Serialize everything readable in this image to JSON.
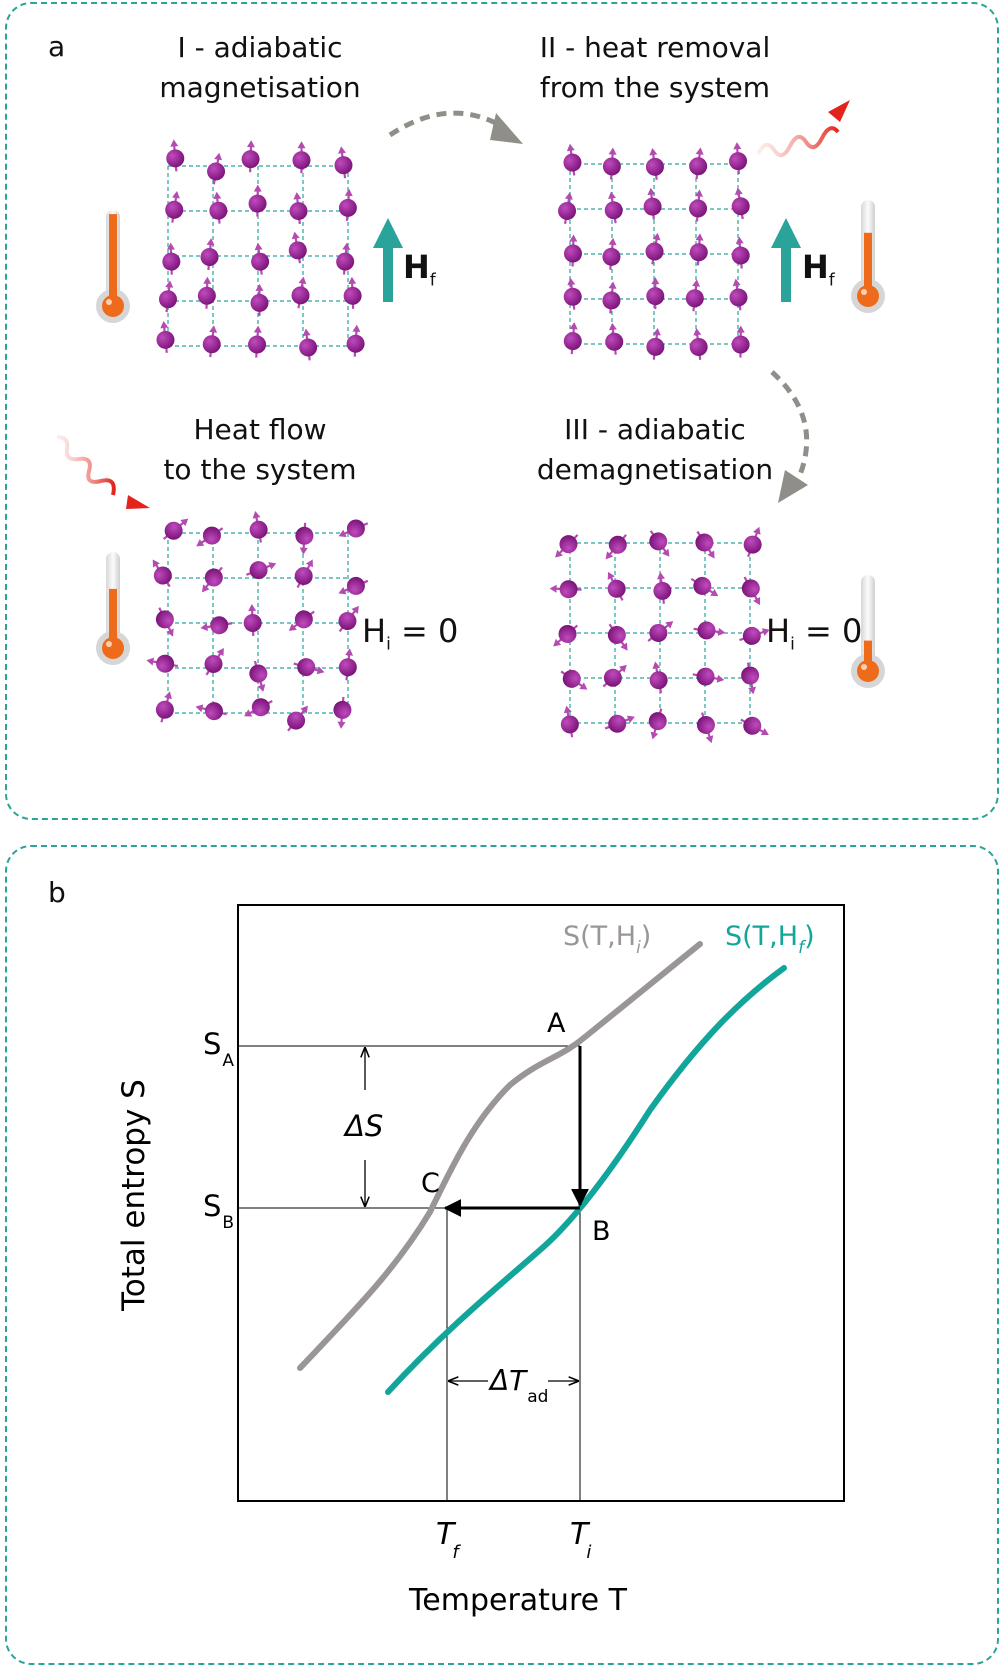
{
  "panel_a": {
    "label": "a",
    "stage1": {
      "line1": "I - adiabatic",
      "line2": "magnetisation"
    },
    "stage2": {
      "line1": "II - heat removal",
      "line2": "from the system"
    },
    "stage3": {
      "line1": "III - adiabatic",
      "line2": "demagnetisation"
    },
    "stage4": {
      "line1": "Heat flow",
      "line2": "to the system"
    },
    "field_final": {
      "main": "H",
      "sub": "f"
    },
    "field_zero": {
      "main": "H",
      "sub": "i",
      "suffix": " = 0"
    }
  },
  "panel_b": {
    "label": "b",
    "ylabel": "Total entropy S",
    "xlabel": "Temperature T",
    "curve_i": "S(T,H",
    "curve_i_sub": "i",
    "curve_f": "S(T,H",
    "curve_f_sub": "f",
    "point_a": "A",
    "point_b": "B",
    "point_c": "C",
    "s_a": "S",
    "s_a_sub": "A",
    "s_b": "S",
    "s_b_sub": "B",
    "delta_s": "ΔS",
    "delta_t": "ΔT",
    "delta_t_sub": "ad",
    "t_f": "T",
    "t_f_sub": "f",
    "t_i": "T",
    "t_i_sub": "i"
  },
  "colors": {
    "teal": "#12a59b",
    "grey": "#9a9597",
    "purple": "#8e1a8c",
    "orange": "#ee6b1c",
    "red": "#e3241b"
  }
}
